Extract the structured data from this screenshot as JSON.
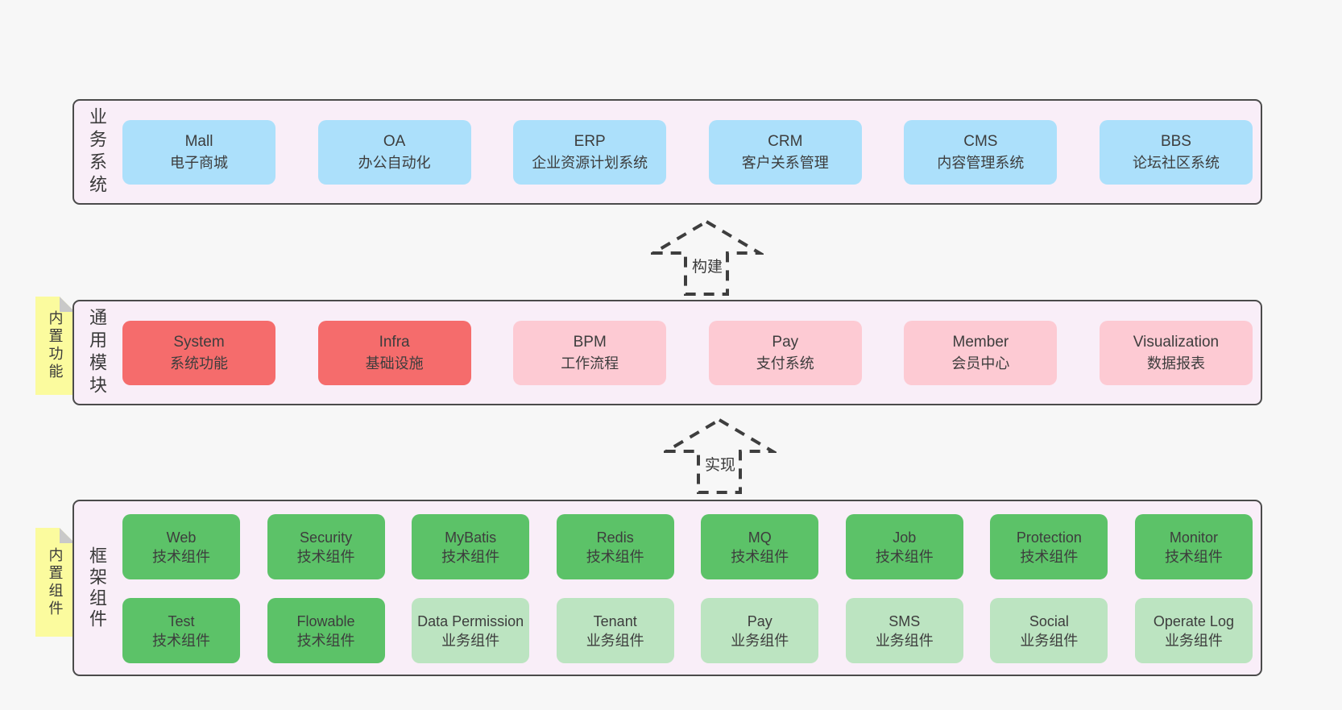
{
  "page": {
    "background": "#f7f7f7"
  },
  "colors": {
    "container_bg": "#f9eef8",
    "container_border": "#4b4b4b",
    "system_box_blue": "#ace0fb",
    "core_box_red": "#f56c6c",
    "module_box_pink": "#fdcad3",
    "tech_box_green": "#5cc268",
    "biz_box_light_green": "#bce4c1",
    "note_yellow": "#fbfb9e",
    "note_fold_gray": "#c9c9c9",
    "text": "#3d3d3d"
  },
  "arrows": [
    {
      "label": "构建"
    },
    {
      "label": "实现"
    }
  ],
  "sections": [
    {
      "label": "业务系统",
      "boxes": [
        {
          "title": "Mall",
          "subtitle": "电子商城"
        },
        {
          "title": "OA",
          "subtitle": "办公自动化"
        },
        {
          "title": "ERP",
          "subtitle": "企业资源计划系统"
        },
        {
          "title": "CRM",
          "subtitle": "客户关系管理"
        },
        {
          "title": "CMS",
          "subtitle": "内容管理系统"
        },
        {
          "title": "BBS",
          "subtitle": "论坛社区系统"
        }
      ]
    },
    {
      "label": "通用模块",
      "note": "内置功能",
      "boxes": [
        {
          "title": "System",
          "subtitle": "系统功能"
        },
        {
          "title": "Infra",
          "subtitle": "基础设施"
        },
        {
          "title": "BPM",
          "subtitle": "工作流程"
        },
        {
          "title": "Pay",
          "subtitle": "支付系统"
        },
        {
          "title": "Member",
          "subtitle": "会员中心"
        },
        {
          "title": "Visualization",
          "subtitle": "数据报表"
        }
      ]
    },
    {
      "label": "框架组件",
      "note": "内置组件",
      "boxes": [
        {
          "title": "Web",
          "subtitle": "技术组件"
        },
        {
          "title": "Security",
          "subtitle": "技术组件"
        },
        {
          "title": "MyBatis",
          "subtitle": "技术组件"
        },
        {
          "title": "Redis",
          "subtitle": "技术组件"
        },
        {
          "title": "MQ",
          "subtitle": "技术组件"
        },
        {
          "title": "Job",
          "subtitle": "技术组件"
        },
        {
          "title": "Protection",
          "subtitle": "技术组件"
        },
        {
          "title": "Monitor",
          "subtitle": "技术组件"
        },
        {
          "title": "Test",
          "subtitle": "技术组件"
        },
        {
          "title": "Flowable",
          "subtitle": "技术组件"
        },
        {
          "title": "Data Permission",
          "subtitle": "业务组件"
        },
        {
          "title": "Tenant",
          "subtitle": "业务组件"
        },
        {
          "title": "Pay",
          "subtitle": "业务组件"
        },
        {
          "title": "SMS",
          "subtitle": "业务组件"
        },
        {
          "title": "Social",
          "subtitle": "业务组件"
        },
        {
          "title": "Operate Log",
          "subtitle": "业务组件"
        }
      ]
    }
  ]
}
